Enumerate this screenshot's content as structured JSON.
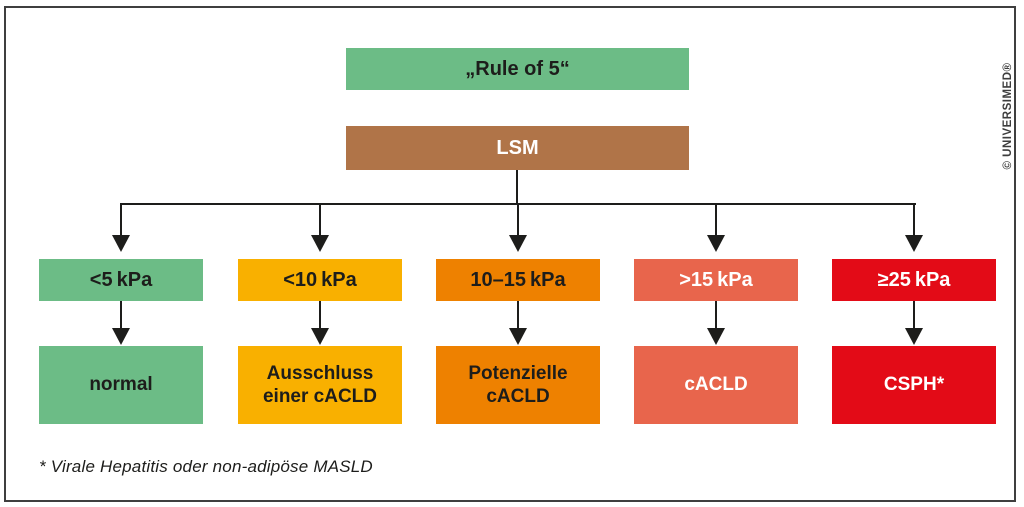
{
  "diagram": {
    "title": "„Rule of 5“",
    "root": "LSM",
    "columns": [
      {
        "kpa": "<5 kPa",
        "result": "normal",
        "color": "#6CBC86",
        "text_color": "#1D1D1B"
      },
      {
        "kpa": "<10 kPa",
        "result": "Ausschluss einer cACLD",
        "color": "#F9B000",
        "text_color": "#1D1D1B"
      },
      {
        "kpa": "10–15 kPa",
        "result": "Potenzielle cACLD",
        "color": "#EE8100",
        "text_color": "#1D1D1B"
      },
      {
        "kpa": ">15 kPa",
        "result": "cACLD",
        "color": "#E8654C",
        "text_color": "#FFFFFF"
      },
      {
        "kpa": "≥25 kPa",
        "result": "CSPH*",
        "color": "#E30B17",
        "text_color": "#FFFFFF"
      }
    ],
    "title_color": "#6CBC86",
    "root_color": "#B07448",
    "arrow_color": "#1D1D1B",
    "footnote": "* Virale Hepatitis oder non-adipöse MASLD",
    "watermark": "© UNIVERSIMED®"
  }
}
